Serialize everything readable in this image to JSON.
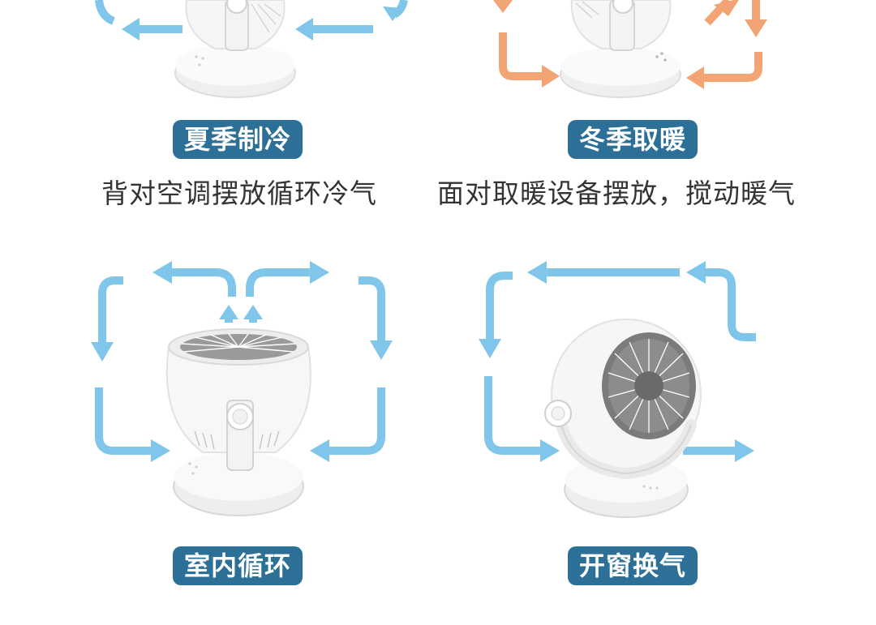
{
  "colors": {
    "cool_arrow": "#7fc6ea",
    "warm_arrow": "#f2a475",
    "badge_bg": "#2c6f97",
    "badge_text": "#ffffff",
    "caption_text": "#333333",
    "fan_body": "#f4f4f4",
    "fan_grille": "#7b7b7b"
  },
  "modes": [
    {
      "badge": "夏季制冷",
      "caption": "背对空调摆放循环冷气",
      "arrow_color": "cool",
      "icon": "fan-rear-view-icon"
    },
    {
      "badge": "冬季取暖",
      "caption": "面对取暖设备摆放，搅动暖气",
      "arrow_color": "warm",
      "icon": "fan-rear-view-icon"
    },
    {
      "badge": "室内循环",
      "arrow_color": "cool",
      "icon": "fan-upward-view-icon"
    },
    {
      "badge": "开窗换气",
      "arrow_color": "cool",
      "icon": "fan-front-view-icon"
    }
  ]
}
